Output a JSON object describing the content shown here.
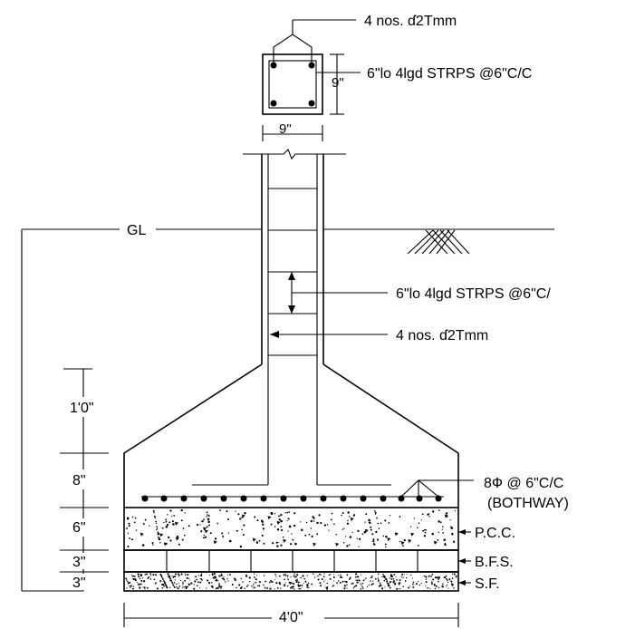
{
  "column_section": {
    "main_bars": "4 nos. ɗ2Tmm",
    "stirrups": "6\"lo 4lgd STRPS @6\"C/C",
    "depth": "9\"",
    "width": "9\""
  },
  "ground_level": "GL",
  "column_elevation": {
    "stirrups": "6\"lo 4lgd STRPS @6\"C/",
    "main_bars": "4 nos. ɗ2Tmm"
  },
  "footing": {
    "bottom_bars_line1": "8Ф @ 6\"C/C",
    "bottom_bars_line2": "(BOTHWAY)",
    "layers": [
      "P.C.C.",
      "B.F.S.",
      "S.F."
    ],
    "width": "4'0\""
  },
  "vertical_dims": [
    "1'0\"",
    "8\"",
    "6\"",
    "3\"",
    "3\""
  ]
}
